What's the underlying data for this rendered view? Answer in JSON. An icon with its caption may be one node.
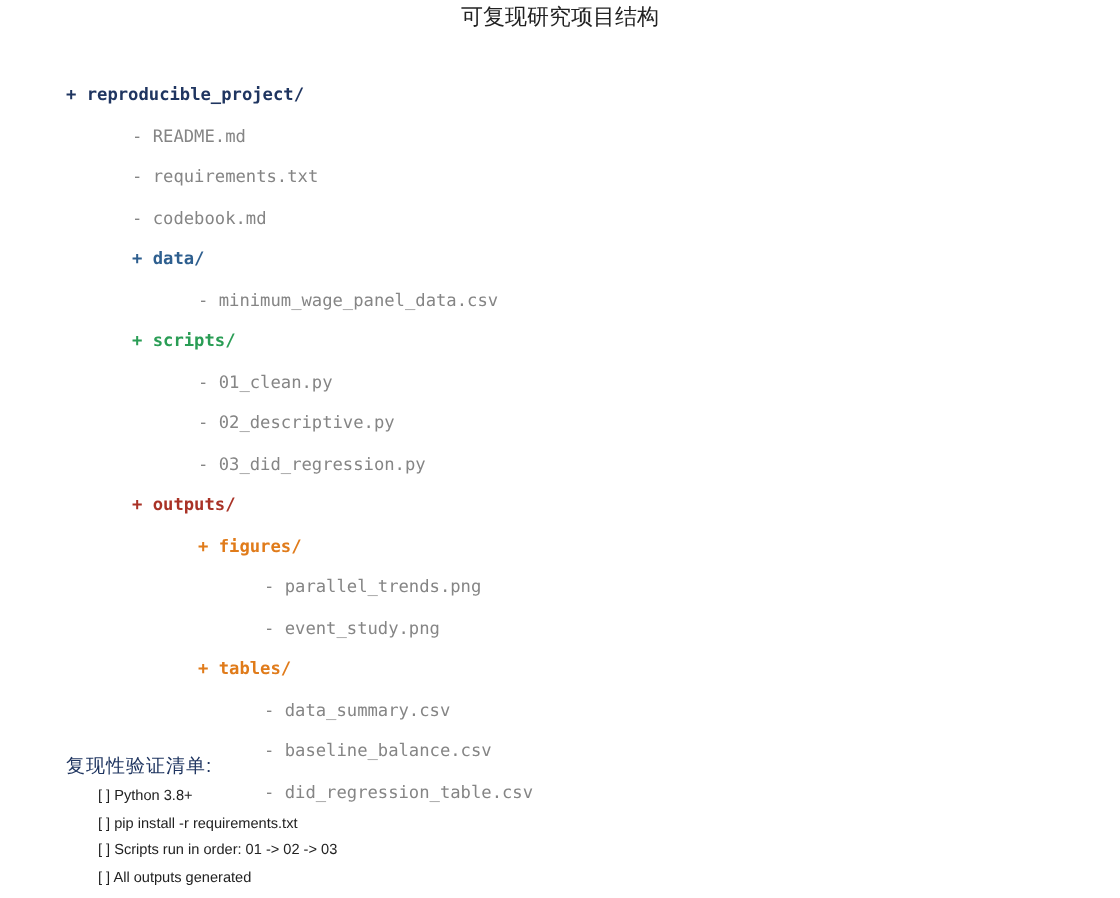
{
  "diagram": {
    "title": "可复现研究项目结构",
    "labels": [
      "+ reproducible_project/",
      "- README.md",
      "- requirements.txt",
      "- codebook.md",
      "+ data/",
      "- minimum_wage_panel_data.csv",
      "+ scripts/",
      "- 01_clean.py",
      "- 02_descriptive.py",
      "- 03_did_regression.py",
      "+ outputs/",
      "+ figures/",
      "- parallel_trends.png",
      "- event_study.png",
      "+ tables/",
      "- data_summary.csv",
      "- baseline_balance.csv",
      "- did_regression_table.csv",
      "复现性验证清单:",
      "[ ] Python 3.8+",
      "[ ] pip install -r requirements.txt",
      "[ ] Scripts run in order: 01 -> 02 -> 03",
      "[ ] All outputs generated"
    ]
  }
}
